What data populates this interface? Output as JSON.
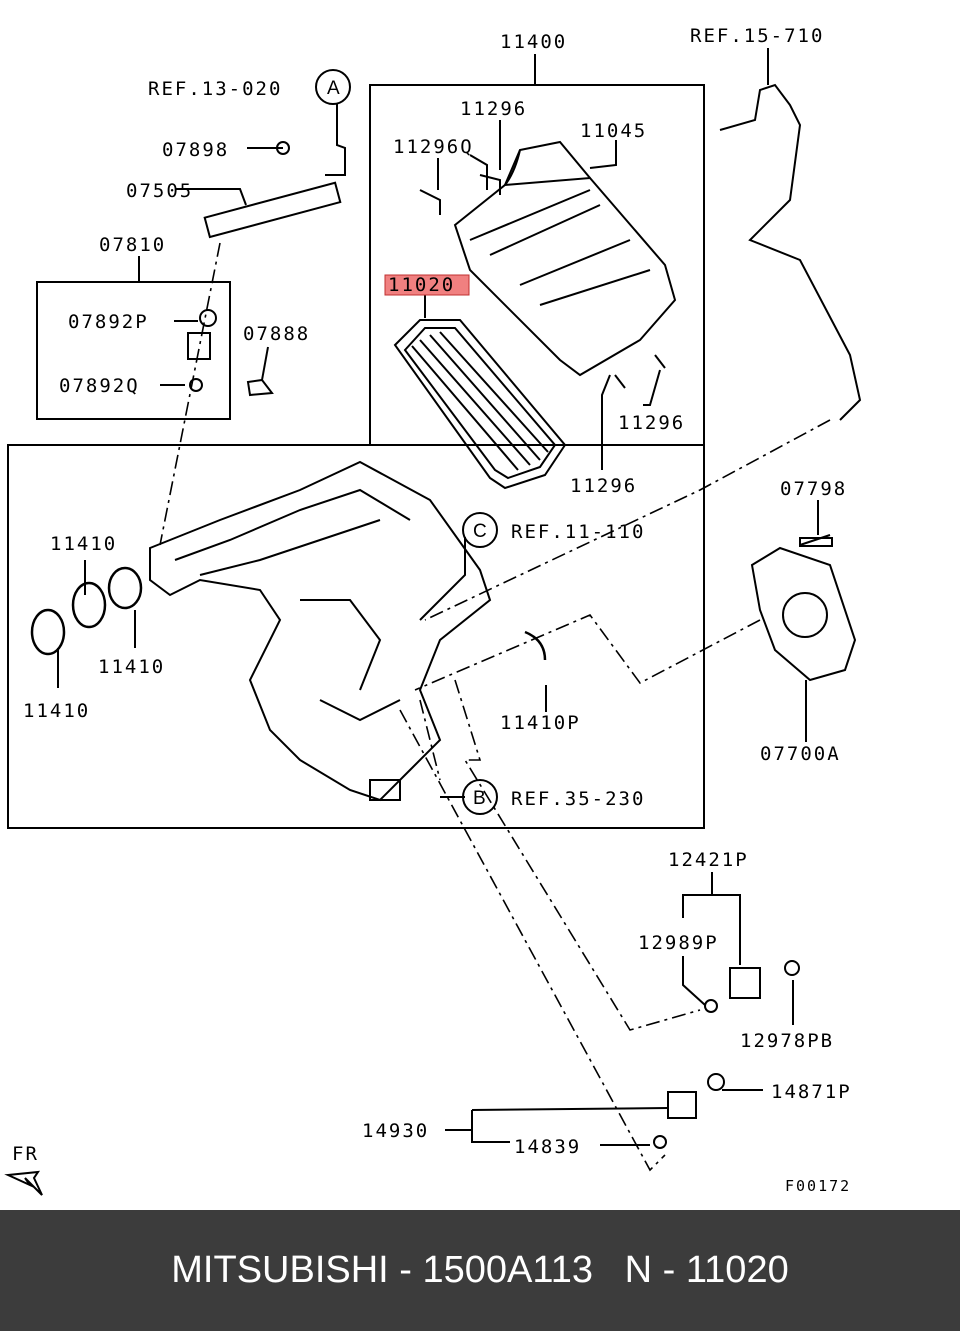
{
  "labels": {
    "p11400": "11400",
    "ref15": "REF.15-710",
    "ref13": "REF.13-020",
    "circA": "A",
    "p11296_top": "11296",
    "p11296q": "11296Q",
    "p11045": "11045",
    "p07898": "07898",
    "p07505": "07505",
    "p07810": "07810",
    "p11020": "11020",
    "p07892p": "07892P",
    "p07888": "07888",
    "p07892q": "07892Q",
    "p11296_r": "11296",
    "p11296_b": "11296",
    "p07798": "07798",
    "circC": "C",
    "refC": "REF.11-110",
    "p11410_a": "11410",
    "p11410_b": "11410",
    "p11410_c": "11410",
    "p11410p": "11410P",
    "p07700a": "07700A",
    "circB": "B",
    "refB": "REF.35-230",
    "p12421p": "12421P",
    "p12989p": "12989P",
    "p12978pb": "12978PB",
    "p14871p": "14871P",
    "p14930": "14930",
    "p14839": "14839",
    "fr": "FR",
    "fig": "F00172"
  },
  "highlight_color": "#f08080",
  "footer": {
    "text": "MITSUBISHI - 1500A113   N - 11020"
  }
}
